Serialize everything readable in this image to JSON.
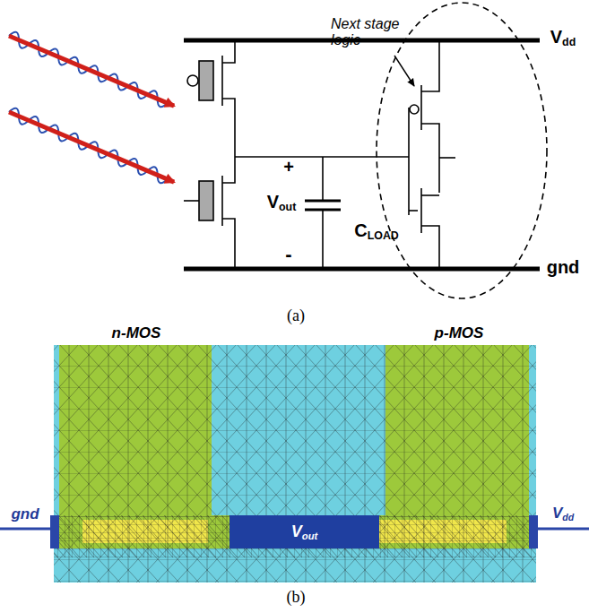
{
  "diagram": {
    "nodes": [
      {
        "text": [
          "Vout"
        ]
      }
    ],
    "labels": [
      "Vdd",
      "Next stage logic",
      "+",
      "Vout",
      "-",
      "CLOAD",
      "gnd",
      "(a)",
      "n-MOS",
      "p-MOS",
      "gnd",
      "Vdd",
      "(b)"
    ]
  }
}
